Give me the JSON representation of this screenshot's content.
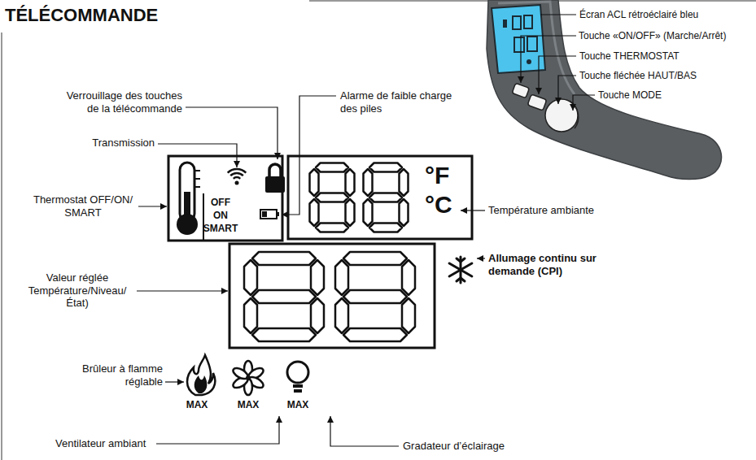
{
  "diagram": {
    "title": "TÉLÉCOMMANDE",
    "labels": [
      "Écran ACL rétroéclairé bleu",
      "Touche «ON/OFF» (Marche/Arrêt)",
      "Touche THERMOSTAT",
      "Touche fléchée HAUT/BAS",
      "Touche MODE",
      "Verrouillage des touches de la télécommande",
      "Alarme de faible charge des piles",
      "Transmission",
      "Thermostat OFF/ON/ SMART",
      "OFF",
      "ON",
      "SMART",
      "°F",
      "°C",
      "Température ambiante",
      "Allumage continu sur demande (CPI)",
      "Valeur réglée Température/Niveau/ État)",
      "Brûleur à flamme réglable",
      "MAX",
      "MAX",
      "MAX",
      "Ventilateur ambiant",
      "Gradateur d’éclairage"
    ]
  }
}
